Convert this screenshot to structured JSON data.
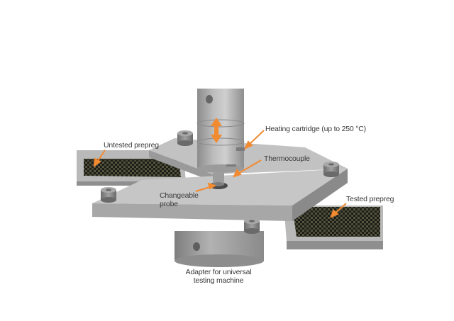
{
  "labels": {
    "heating": "Heating cartridge (up to 250 °C)",
    "thermocouple": "Thermocouple",
    "untested": "Untested prepreg",
    "tested": "Tested prepreg",
    "probe_line1": "Changeable",
    "probe_line2": "probe",
    "adapter_line1": "Adapter for universal",
    "adapter_line2": "testing machine"
  },
  "colors": {
    "arrow": "#f28a30",
    "metal_light": "#c6c6c6",
    "metal_mid": "#a9a9a9",
    "metal_dark": "#8a8a8a",
    "text": "#3a3a3a"
  },
  "icons": {
    "motion": "double-arrow-up-down-icon"
  }
}
